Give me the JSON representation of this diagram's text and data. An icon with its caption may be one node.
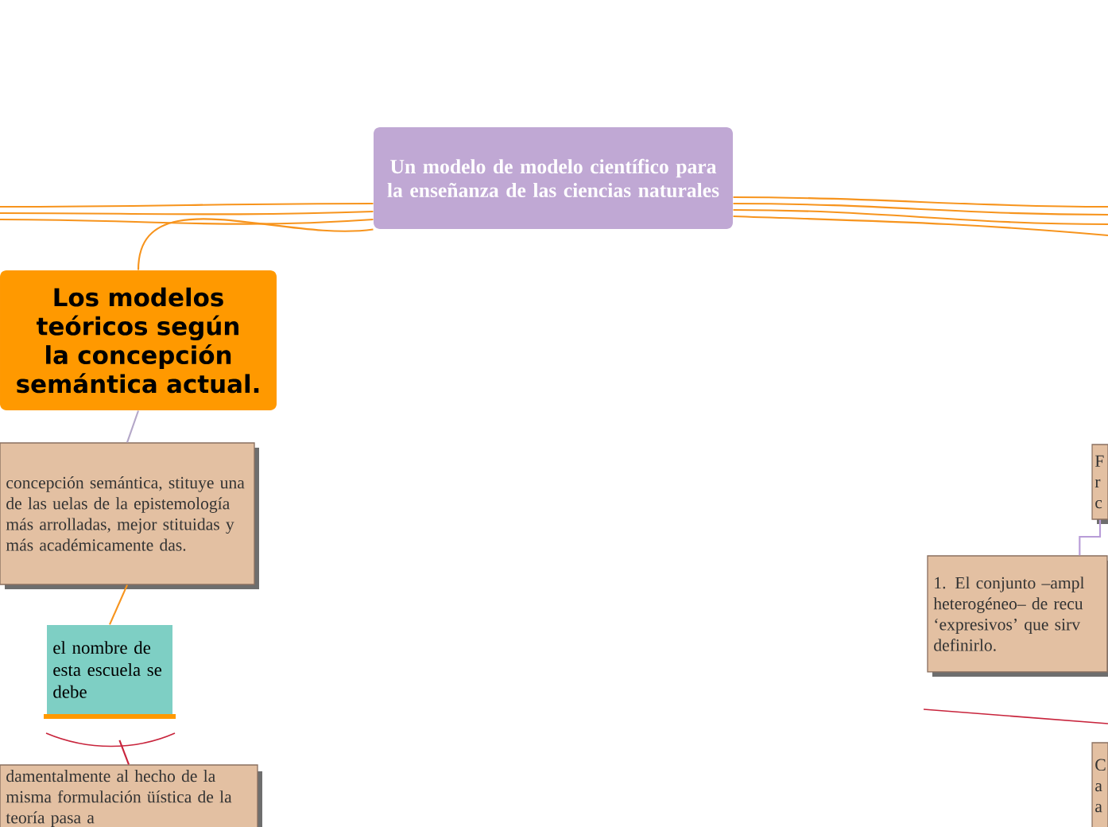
{
  "diagram": {
    "nodes": [
      {
        "text": [
          "Un modelo de modelo científico para la enseñanza de las ciencias naturales"
        ]
      },
      {
        "text": [
          "Los modelos teóricos según la concepción semántica actual."
        ]
      },
      {
        "text": [
          "concepción semántica, stituye una de las uelas de la epistemología más arrolladas, mejor stituidas y más académicamente das."
        ]
      },
      {
        "text": [
          "el nombre de esta escuela se debe"
        ]
      },
      {
        "text": [
          "damentalmente al hecho de la misma formulación üística de la teoría pasa a"
        ]
      },
      {
        "text": [
          "F r c"
        ]
      },
      {
        "text": [
          "1. El conjunto –ampl heterogéneo– de recu ‘expresivos’ que sirv definirlo."
        ]
      },
      {
        "text": [
          "C a a"
        ]
      }
    ],
    "edges": [
      {
        "from": 0,
        "to": null,
        "arrow": "none"
      },
      {
        "from": 0,
        "to": null,
        "arrow": "none"
      },
      {
        "from": 0,
        "to": null,
        "arrow": "none"
      },
      {
        "from": 0,
        "to": null,
        "arrow": "none"
      },
      {
        "from": 0,
        "to": null,
        "arrow": "none"
      },
      {
        "from": 0,
        "to": null,
        "arrow": "none"
      },
      {
        "from": 0,
        "to": null,
        "arrow": "none"
      },
      {
        "from": 0,
        "to": 1,
        "arrow": "none"
      },
      {
        "from": 1,
        "to": 2,
        "arrow": "none",
        "color": "#b4a7c8"
      },
      {
        "from": 2,
        "to": 3,
        "arrow": "none"
      },
      {
        "from": 3,
        "to": 4,
        "arrow": "none",
        "color": "#c8243c"
      },
      {
        "from": 5,
        "to": 6,
        "arrow": "none",
        "color": "#b89cd8"
      }
    ]
  }
}
